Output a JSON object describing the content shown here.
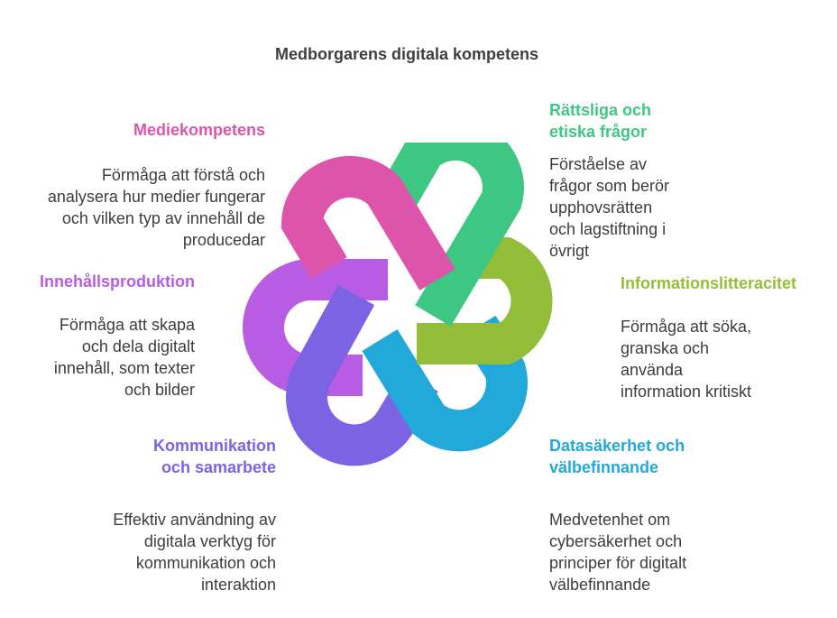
{
  "title": "Medborgarens digitala kompetens",
  "colors": {
    "pink": "#dd55aa",
    "green": "#3ec783",
    "lime": "#94be3a",
    "blue": "#23a8da",
    "indigo": "#7b63e3",
    "purple": "#b85de3"
  },
  "items": [
    {
      "key": "mediekompetens",
      "heading": "Mediekompetens",
      "color": "#dd55aa",
      "desc": "Förmåga att förstå och\nanalysera hur medier fungerar\noch vilken typ av innehåll de\nproducedar"
    },
    {
      "key": "rattsliga",
      "heading": "Rättsliga och\netiska frågor",
      "color": "#3ec783",
      "desc": "Förståelse av\nfrågor som berör\nupphovsrätten\noch lagstiftning i\növrigt"
    },
    {
      "key": "innehallsproduktion",
      "heading": "Innehållsproduktion",
      "color": "#b85de3",
      "desc": "Förmåga att skapa\noch dela digitalt\ninnehåll, som texter\noch bilder"
    },
    {
      "key": "informationslitteracitet",
      "heading": "Informationslitteracitet",
      "color": "#94be3a",
      "desc": "Förmåga att söka,\ngranska och\nanvända\ninformation kritiskt"
    },
    {
      "key": "kommunikation",
      "heading": "Kommunikation\noch samarbete",
      "color": "#7b63e3",
      "desc": "Effektiv användning av\ndigitala verktyg för\nkommunikation och\ninteraktion"
    },
    {
      "key": "datasakerhet",
      "heading": "Datasäkerhet och\nvälbefinnande",
      "color": "#23a8da",
      "desc": "Medvetenhet om\ncybersäkerhet och\nprinciper för digitalt\nvälbefinnande"
    }
  ]
}
